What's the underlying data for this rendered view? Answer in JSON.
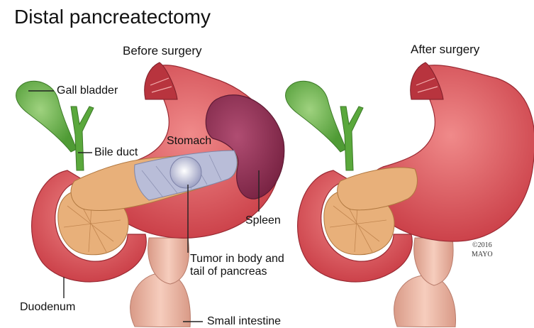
{
  "title": "Distal pancreatectomy",
  "panels": {
    "before": {
      "caption": "Before surgery"
    },
    "after": {
      "caption": "After surgery"
    }
  },
  "labels": {
    "gall_bladder": "Gall bladder",
    "bile_duct": "Bile duct",
    "stomach": "Stomach",
    "spleen": "Spleen",
    "tumor_line1": "Tumor in body and",
    "tumor_line2": "tail of pancreas",
    "duodenum": "Duodenum",
    "small_intestine": "Small intestine"
  },
  "copyright": {
    "year": "©2016",
    "owner": "MAYO"
  },
  "colors": {
    "stomach": "#d94f56",
    "stomach_dark": "#b8343e",
    "spleen": "#8e2f52",
    "gall_bladder": "#5aa83c",
    "pancreas": "#e8b07a",
    "tumor": "#b9bdd8",
    "intestine": "#ecb9a6"
  }
}
